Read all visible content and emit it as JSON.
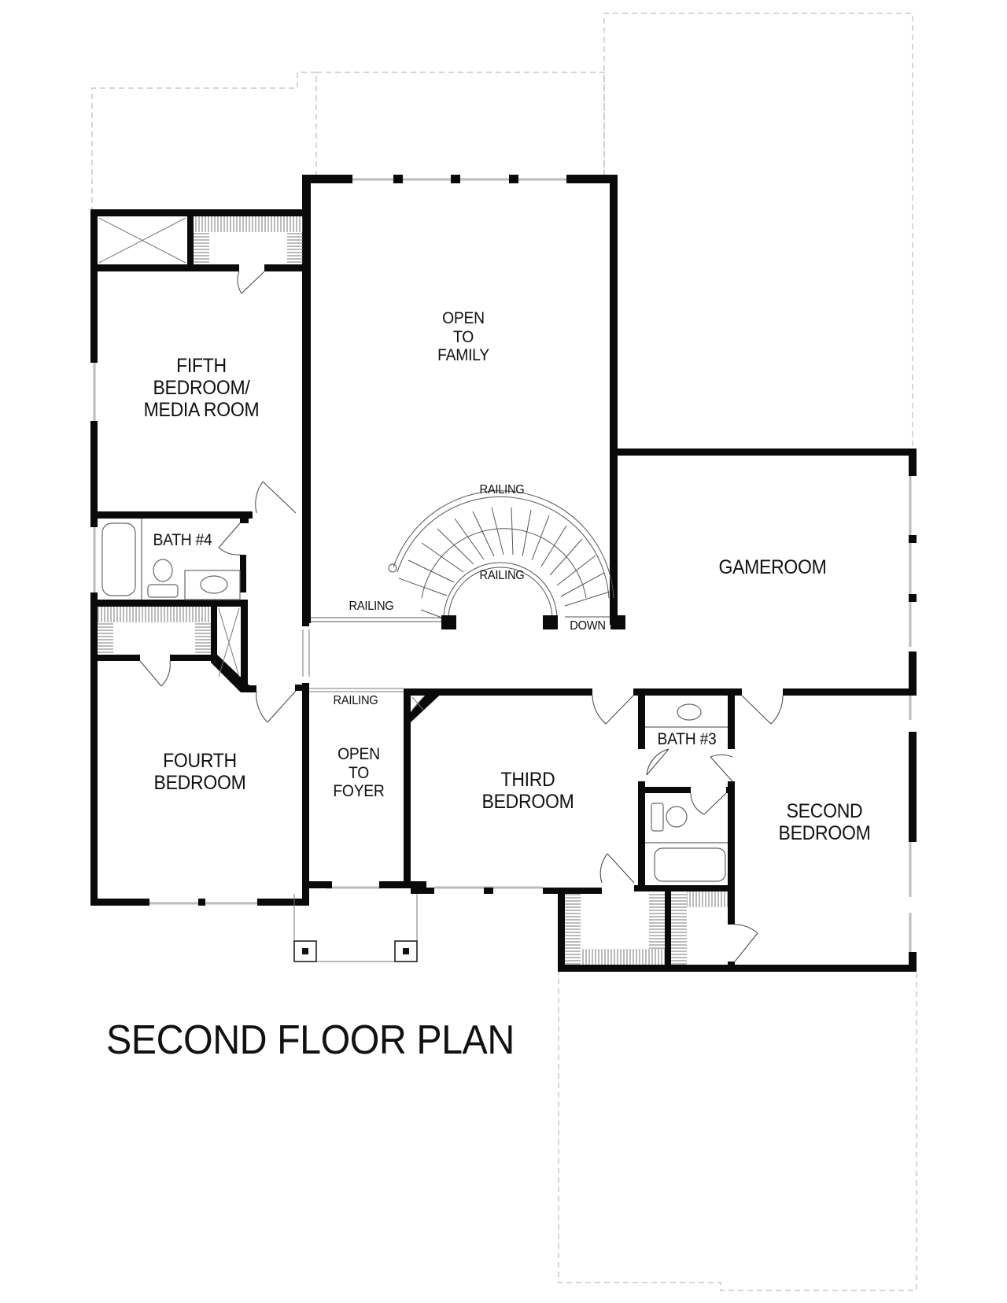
{
  "title": "SECOND FLOOR PLAN",
  "colors": {
    "wall": "#0a0a0a",
    "outline_dashed": "#c8c8c8",
    "fixture_line": "#555555",
    "background": "#ffffff"
  },
  "rooms": {
    "fifth_bedroom": "FIFTH\nBEDROOM/\nMEDIA ROOM",
    "bath4": "BATH #4",
    "fourth_bedroom": "FOURTH\nBEDROOM",
    "open_to_family": "OPEN\nTO\nFAMILY",
    "open_to_foyer": "OPEN\nTO\nFOYER",
    "gameroom": "GAMEROOM",
    "third_bedroom": "THIRD\nBEDROOM",
    "bath3": "BATH #3",
    "second_bedroom": "SECOND\nBEDROOM"
  },
  "annotations": {
    "railing_outer": "RAILING",
    "railing_inner": "RAILING",
    "railing_left": "RAILING",
    "railing_foyer": "RAILING",
    "stairs_down": "DOWN"
  }
}
